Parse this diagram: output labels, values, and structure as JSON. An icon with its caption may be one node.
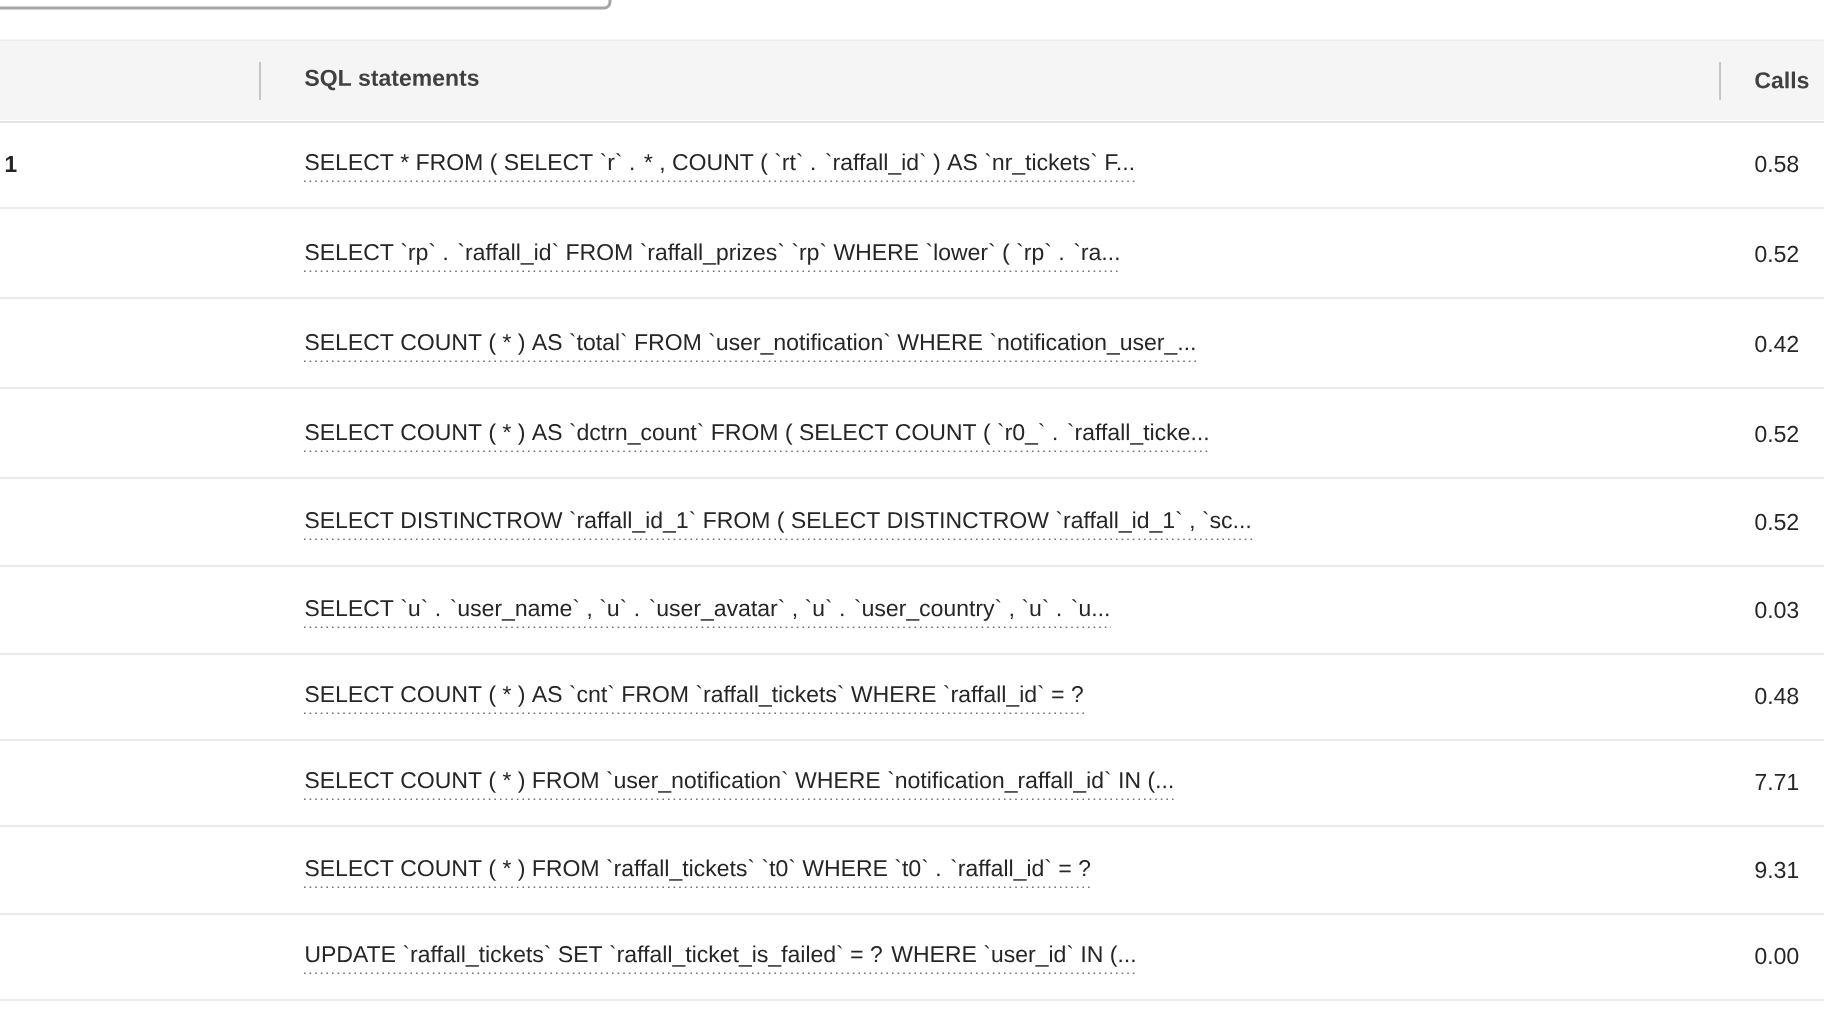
{
  "diagram": {
    "labels": [
      "SQL statements",
      "Calls",
      "1",
      "SELECT * FROM ( SELECT `r` . * , COUNT ( `rt` . `raffall_id` ) AS `nr_tickets` F...",
      "0.58",
      "SELECT `rp` . `raffall_id` FROM `raffall_prizes` `rp` WHERE `lower` ( `rp` . `ra...",
      "0.52",
      "SELECT COUNT ( * ) AS `total` FROM `user_notification` WHERE `notification_user_...",
      "0.42",
      "SELECT COUNT ( * ) AS `dctrn_count` FROM ( SELECT COUNT ( `r0_` . `raffall_ticke...",
      "0.52",
      "SELECT DISTINCTROW `raffall_id_1` FROM ( SELECT DISTINCTROW `raffall_id_1` , `sc...",
      "0.52",
      "SELECT `u` . `user_name` , `u` . `user_avatar` , `u` . `user_country` , `u` . `u...",
      "0.03",
      "SELECT COUNT ( * ) AS `cnt` FROM `raffall_tickets` WHERE `raffall_id` = ?",
      "0.48",
      "SELECT COUNT ( * ) FROM `user_notification` WHERE `notification_raffall_id` IN (...",
      "7.71",
      "SELECT COUNT ( * ) FROM `raffall_tickets` `t0` WHERE `t0` . `raffall_id` = ?",
      "9.31",
      "UPDATE `raffall_tickets` SET `raffall_ticket_is_failed` = ? WHERE `user_id` IN (...",
      "0.00"
    ]
  }
}
